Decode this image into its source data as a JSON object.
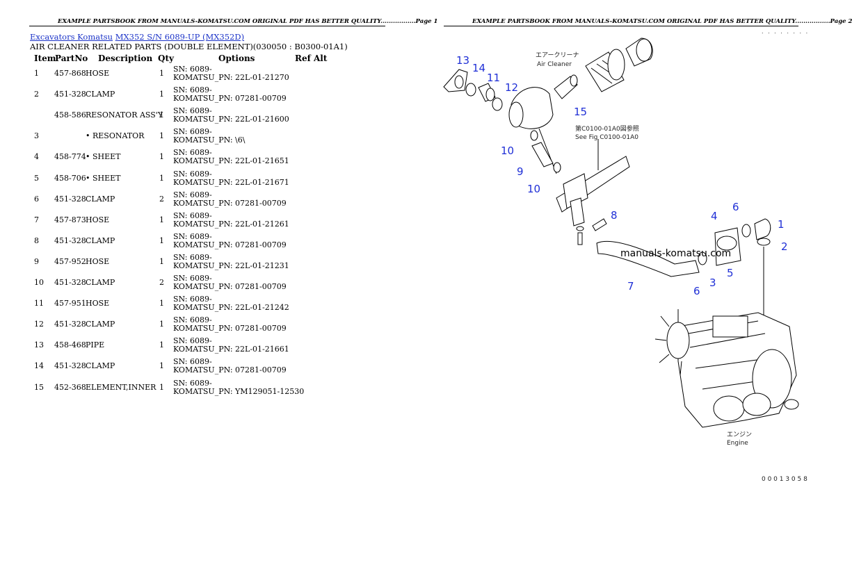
{
  "header": {
    "page1": "EXAMPLE PARTSBOOK FROM MANUALS-KOMATSU.COM ORIGINAL PDF HAS BETTER QUALITY.................Page 1",
    "page2": "EXAMPLE PARTSBOOK FROM MANUALS-KOMATSU.COM ORIGINAL PDF HAS BETTER QUALITY.................Page 2",
    "page2_code": ". . . . . . . ."
  },
  "breadcrumb": {
    "link1": "Excavators Komatsu",
    "link2": "MX352 S/N 6089-UP (MX352D)"
  },
  "subtitle": "AIR CLEANER RELATED PARTS (DOUBLE ELEMENT)(030050 : B0300-01A1)",
  "table": {
    "headers": {
      "item": "Item",
      "partno": "PartNo",
      "description": "Description",
      "qty": "Qty",
      "options": "Options",
      "refalt": "Ref Alt"
    },
    "rows": [
      {
        "item": "1",
        "partno": "457-868",
        "desc": "HOSE",
        "qty": "1",
        "sn": "SN: 6089-",
        "pn": "KOMATSU_PN: 22L-01-21270"
      },
      {
        "item": "2",
        "partno": "451-328",
        "desc": "CLAMP",
        "qty": "1",
        "sn": "SN: 6089-",
        "pn": "KOMATSU_PN: 07281-00709"
      },
      {
        "item": "",
        "partno": "458-586",
        "desc": "RESONATOR ASS'Y",
        "qty": "1",
        "sn": "SN: 6089-",
        "pn": "KOMATSU_PN: 22L-01-21600"
      },
      {
        "item": "3",
        "partno": "",
        "desc": "• RESONATOR",
        "qty": "1",
        "sn": "SN: 6089-",
        "pn": "KOMATSU_PN: \\6\\"
      },
      {
        "item": "4",
        "partno": "458-774",
        "desc": "• SHEET",
        "qty": "1",
        "sn": "SN: 6089-",
        "pn": "KOMATSU_PN: 22L-01-21651"
      },
      {
        "item": "5",
        "partno": "458-706",
        "desc": "• SHEET",
        "qty": "1",
        "sn": "SN: 6089-",
        "pn": "KOMATSU_PN: 22L-01-21671"
      },
      {
        "item": "6",
        "partno": "451-328",
        "desc": "CLAMP",
        "qty": "2",
        "sn": "SN: 6089-",
        "pn": "KOMATSU_PN: 07281-00709"
      },
      {
        "item": "7",
        "partno": "457-873",
        "desc": "HOSE",
        "qty": "1",
        "sn": "SN: 6089-",
        "pn": "KOMATSU_PN: 22L-01-21261"
      },
      {
        "item": "8",
        "partno": "451-328",
        "desc": "CLAMP",
        "qty": "1",
        "sn": "SN: 6089-",
        "pn": "KOMATSU_PN: 07281-00709"
      },
      {
        "item": "9",
        "partno": "457-952",
        "desc": "HOSE",
        "qty": "1",
        "sn": "SN: 6089-",
        "pn": "KOMATSU_PN: 22L-01-21231"
      },
      {
        "item": "10",
        "partno": "451-328",
        "desc": "CLAMP",
        "qty": "2",
        "sn": "SN: 6089-",
        "pn": "KOMATSU_PN: 07281-00709"
      },
      {
        "item": "11",
        "partno": "457-951",
        "desc": "HOSE",
        "qty": "1",
        "sn": "SN: 6089-",
        "pn": "KOMATSU_PN: 22L-01-21242"
      },
      {
        "item": "12",
        "partno": "451-328",
        "desc": "CLAMP",
        "qty": "1",
        "sn": "SN: 6089-",
        "pn": "KOMATSU_PN: 07281-00709"
      },
      {
        "item": "13",
        "partno": "458-468",
        "desc": "PIPE",
        "qty": "1",
        "sn": "SN: 6089-",
        "pn": "KOMATSU_PN: 22L-01-21661"
      },
      {
        "item": "14",
        "partno": "451-328",
        "desc": "CLAMP",
        "qty": "1",
        "sn": "SN: 6089-",
        "pn": "KOMATSU_PN: 07281-00709"
      },
      {
        "item": "15",
        "partno": "452-368",
        "desc": "ELEMENT,INNER",
        "qty": "1",
        "sn": "SN: 6089-",
        "pn": "KOMATSU_PN: YM129051-12530"
      }
    ]
  },
  "diagram": {
    "callouts": [
      "13",
      "14",
      "11",
      "12",
      "15",
      "10",
      "9",
      "10",
      "8",
      "4",
      "6",
      "1",
      "2",
      "7",
      "6",
      "3",
      "5"
    ],
    "label_air_cleaner_jp": "エアークリーナ",
    "label_air_cleaner": "Air Cleaner",
    "label_see_fig_jp": "第C0100-01A0図参照",
    "label_see_fig": "See Fig C0100-01A0",
    "label_engine_jp": "エンジン",
    "label_engine": "Engine",
    "watermark": "manuals-komatsu.com",
    "figure_code": "0 0 0 1 3 0 5 8",
    "colors": {
      "callout": "#1f2fd6",
      "link": "#1a32c8"
    }
  }
}
